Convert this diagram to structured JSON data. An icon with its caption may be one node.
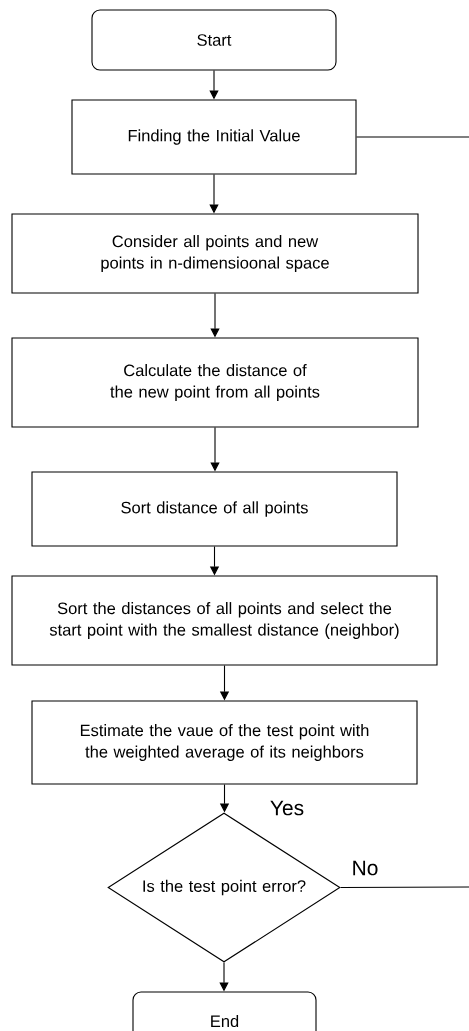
{
  "diagram": {
    "nodes": [
      {
        "text": [
          "Start"
        ]
      },
      {
        "text": [
          "Finding the Initial Value"
        ]
      },
      {
        "text": [
          "Consider all points and new points in n-dimensioonal space"
        ]
      },
      {
        "text": [
          "Calculate the distance of the new point from all points"
        ]
      },
      {
        "text": [
          "Sort distance of all points"
        ]
      },
      {
        "text": [
          "Sort the distances of all  points and select the start point with the smallest distance (neighbor)"
        ]
      },
      {
        "text": [
          "Estimate the vaue of the test point with the weighted average of its neighbors"
        ]
      },
      {
        "text": [
          "Is the test point error?"
        ]
      },
      {
        "text": [
          "End"
        ]
      }
    ],
    "edges": [
      {
        "from": 0,
        "to": 1,
        "arrow": "to"
      },
      {
        "from": 1,
        "to": 2,
        "arrow": "to"
      },
      {
        "from": 2,
        "to": 3,
        "arrow": "to"
      },
      {
        "from": 3,
        "to": 4,
        "arrow": "to"
      },
      {
        "from": 4,
        "to": 5,
        "arrow": "to"
      },
      {
        "from": 5,
        "to": 6,
        "arrow": "to"
      },
      {
        "from": 6,
        "to": 7,
        "arrow": "to",
        "label": "Yes"
      },
      {
        "from": 7,
        "to": 8,
        "arrow": "to"
      },
      {
        "from": 1,
        "to": null,
        "arrow": "none"
      },
      {
        "from": 7,
        "to": null,
        "arrow": "none",
        "label": "No"
      }
    ]
  }
}
